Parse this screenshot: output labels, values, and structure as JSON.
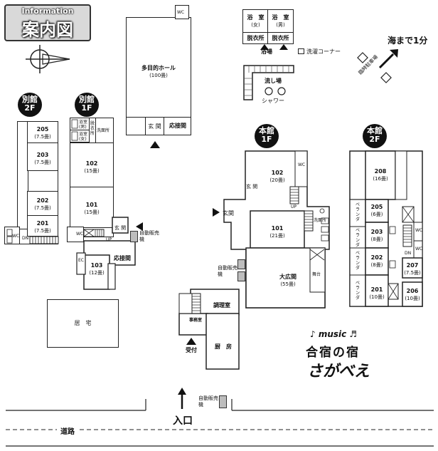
{
  "header": {
    "info": "Information",
    "title": "案内図"
  },
  "top_right": {
    "sea": "海まで1分",
    "parking": "臨時駐車場"
  },
  "bath": {
    "women": "浴　室",
    "women_sub": "(女)",
    "men": "浴　室",
    "men_sub": "(男)",
    "dressing_1": "脱衣所",
    "dressing_2": "脱衣所",
    "bathing": "浴場",
    "laundry": "洗濯コーナー",
    "sink": "流し場",
    "shower": "シャワー"
  },
  "hall": {
    "name": "多目的ホール",
    "size": "(100畳)",
    "wc": "WC",
    "entrance": "玄 関",
    "reception": "応接間"
  },
  "annex_2f": {
    "badge_top": "別館",
    "badge_bottom": "2F",
    "rooms": [
      {
        "no": "205",
        "size": "(7.5畳)"
      },
      {
        "no": "203",
        "size": "(7.5畳)"
      },
      {
        "no": "202",
        "size": "(7.5畳)"
      },
      {
        "no": "201",
        "size": "(7.5畳)"
      }
    ],
    "wc": "WC",
    "dn": "DN"
  },
  "annex_1f": {
    "badge_top": "別館",
    "badge_bottom": "1F",
    "bath_m": "浴室",
    "bath_m_sub": "(男)",
    "bath_f": "浴室",
    "bath_f_sub": "(女)",
    "dress": "脱衣所",
    "wash": "洗面所",
    "rooms": [
      {
        "no": "102",
        "size": "(15畳)"
      },
      {
        "no": "101",
        "size": "(15畳)"
      },
      {
        "no": "103",
        "size": "(12畳)"
      }
    ],
    "wc": "WC",
    "up": "UP",
    "entrance": "玄 関",
    "reception": "応接間",
    "ec": "EC",
    "vending": "自動販売機"
  },
  "residence": "居　宅",
  "main_1f": {
    "badge_top": "本館",
    "badge_bottom": "1F",
    "room_102": "102",
    "room_102_size": "(20畳)",
    "room_101": "101",
    "room_101_size": "(21畳)",
    "hall": "大広間",
    "hall_size": "(55畳)",
    "stage": "舞台",
    "entrance": "玄関",
    "entrance_2": "玄 関",
    "wc": "WC",
    "up": "UP",
    "wash": "洗面所",
    "vending": "自動販売機"
  },
  "main_2f": {
    "badge_top": "本館",
    "badge_bottom": "2F",
    "rooms": [
      {
        "no": "208",
        "size": "(16畳)"
      },
      {
        "no": "205",
        "size": "(6畳)"
      },
      {
        "no": "203",
        "size": "(8畳)"
      },
      {
        "no": "202",
        "size": "(8畳)"
      },
      {
        "no": "207",
        "size": "(7.5畳)"
      },
      {
        "no": "201",
        "size": "(10畳)"
      },
      {
        "no": "206",
        "size": "(10畳)"
      }
    ],
    "veranda": "ベランダ",
    "wc": "WC",
    "dn": "DN"
  },
  "kitchen": {
    "cooking": "調理室",
    "office": "事務室",
    "kitchen": "厨　房",
    "reception": "受付"
  },
  "logo": {
    "music": "♪ music ♬",
    "line1": "合宿の宿",
    "line2": "さがべえ"
  },
  "bottom": {
    "vending": "自動販売機",
    "entrance": "入口",
    "road": "道路"
  }
}
